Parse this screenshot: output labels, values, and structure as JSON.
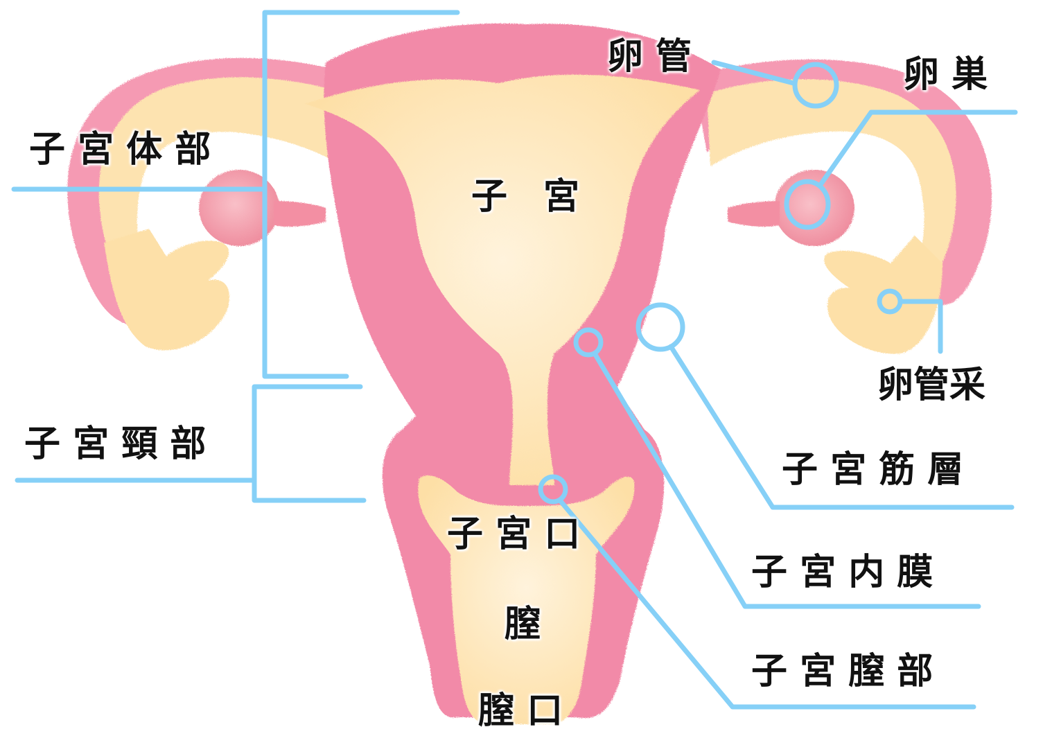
{
  "diagram": {
    "type": "anatomical-illustration",
    "subject": "female-reproductive-organs",
    "colors": {
      "outer_tissue": "#f28aa8",
      "outer_tissue_light": "#f7a9bd",
      "inner_tissue": "#fde0a8",
      "inner_tissue_light": "#fff1d6",
      "ovary": "#f39aaa",
      "leader_line": "#86d0f7",
      "label_text": "#111111"
    },
    "labels": {
      "uterus": "子　宮",
      "uterine_body": "子 宮 体 部",
      "cervix": "子 宮 頸 部",
      "fallopian_tube": "卵 管",
      "ovary": "卵 巣",
      "fimbriae": "卵管采",
      "myometrium": "子 宮 筋 層",
      "endometrium": "子 宮 内 膜",
      "uterine_os": "子 宮 口",
      "vaginal_portion": "子 宮 膣 部",
      "vagina": "膣",
      "vaginal_opening": "膣 口"
    }
  }
}
